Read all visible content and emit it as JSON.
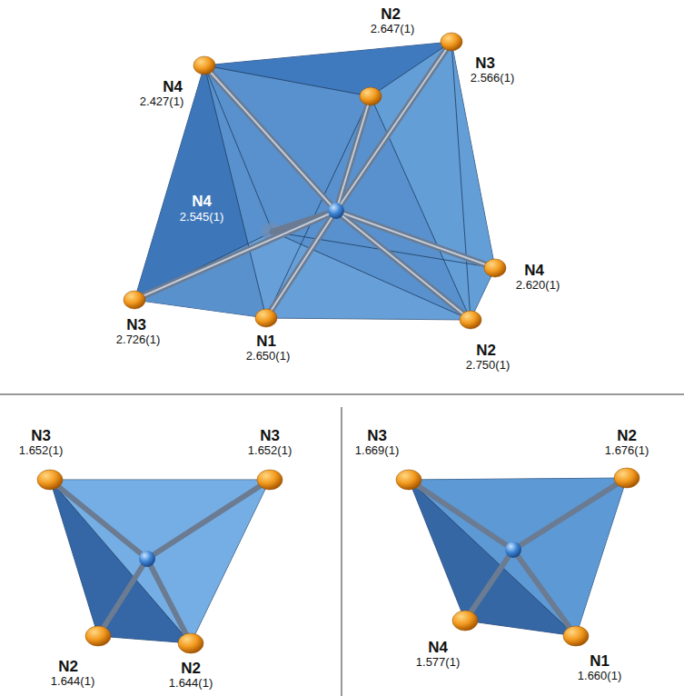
{
  "diagram": {
    "labels": [
      "N2",
      "2.647(1)",
      "N4",
      "2.427(1)",
      "N3",
      "2.566(1)",
      "N4",
      "2.545(1)",
      "N4",
      "2.620(1)",
      "N3",
      "2.726(1)",
      "N1",
      "2.650(1)",
      "N2",
      "2.750(1)",
      "N3",
      "1.652(1)",
      "N3",
      "1.652(1)",
      "N2",
      "1.644(1)",
      "N2",
      "1.644(1)",
      "N3",
      "1.669(1)",
      "N2",
      "1.676(1)",
      "N4",
      "1.577(1)",
      "N1",
      "1.660(1)"
    ]
  }
}
